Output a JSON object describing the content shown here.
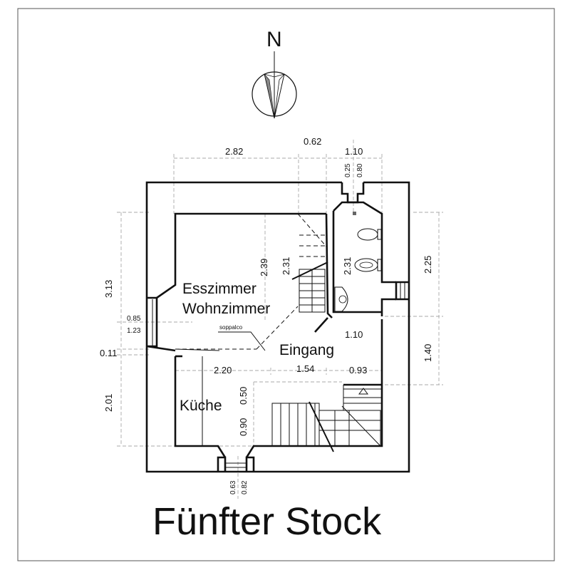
{
  "title": "Fünfter Stock",
  "north_label": "N",
  "rooms": {
    "living": [
      "Esszimmer",
      "Wohnzimmer"
    ],
    "kitchen": "Küche",
    "entrance": "Eingang",
    "loft_note": "soppalco"
  },
  "dimensions": {
    "top_a": "2.82",
    "top_b": "0.62",
    "top_c": "1.10",
    "top_small_a": "0.25",
    "top_small_b": "0.80",
    "stair_height_a": "2.39",
    "stair_height_b": "2.31",
    "bath_height": "2.31",
    "right_upper": "2.25",
    "right_lower": "1.40",
    "left_upper": "3.13",
    "left_window_a": "0.85",
    "left_window_b": "1.23",
    "left_gap": "0.11",
    "left_lower": "2.01",
    "entrance_width": "1.10",
    "mid_a": "2.20",
    "mid_b": "1.54",
    "mid_c": "0.93",
    "kitchen_a": "0.50",
    "kitchen_b": "0.90",
    "bottom_a": "0.63",
    "bottom_b": "0.82"
  }
}
